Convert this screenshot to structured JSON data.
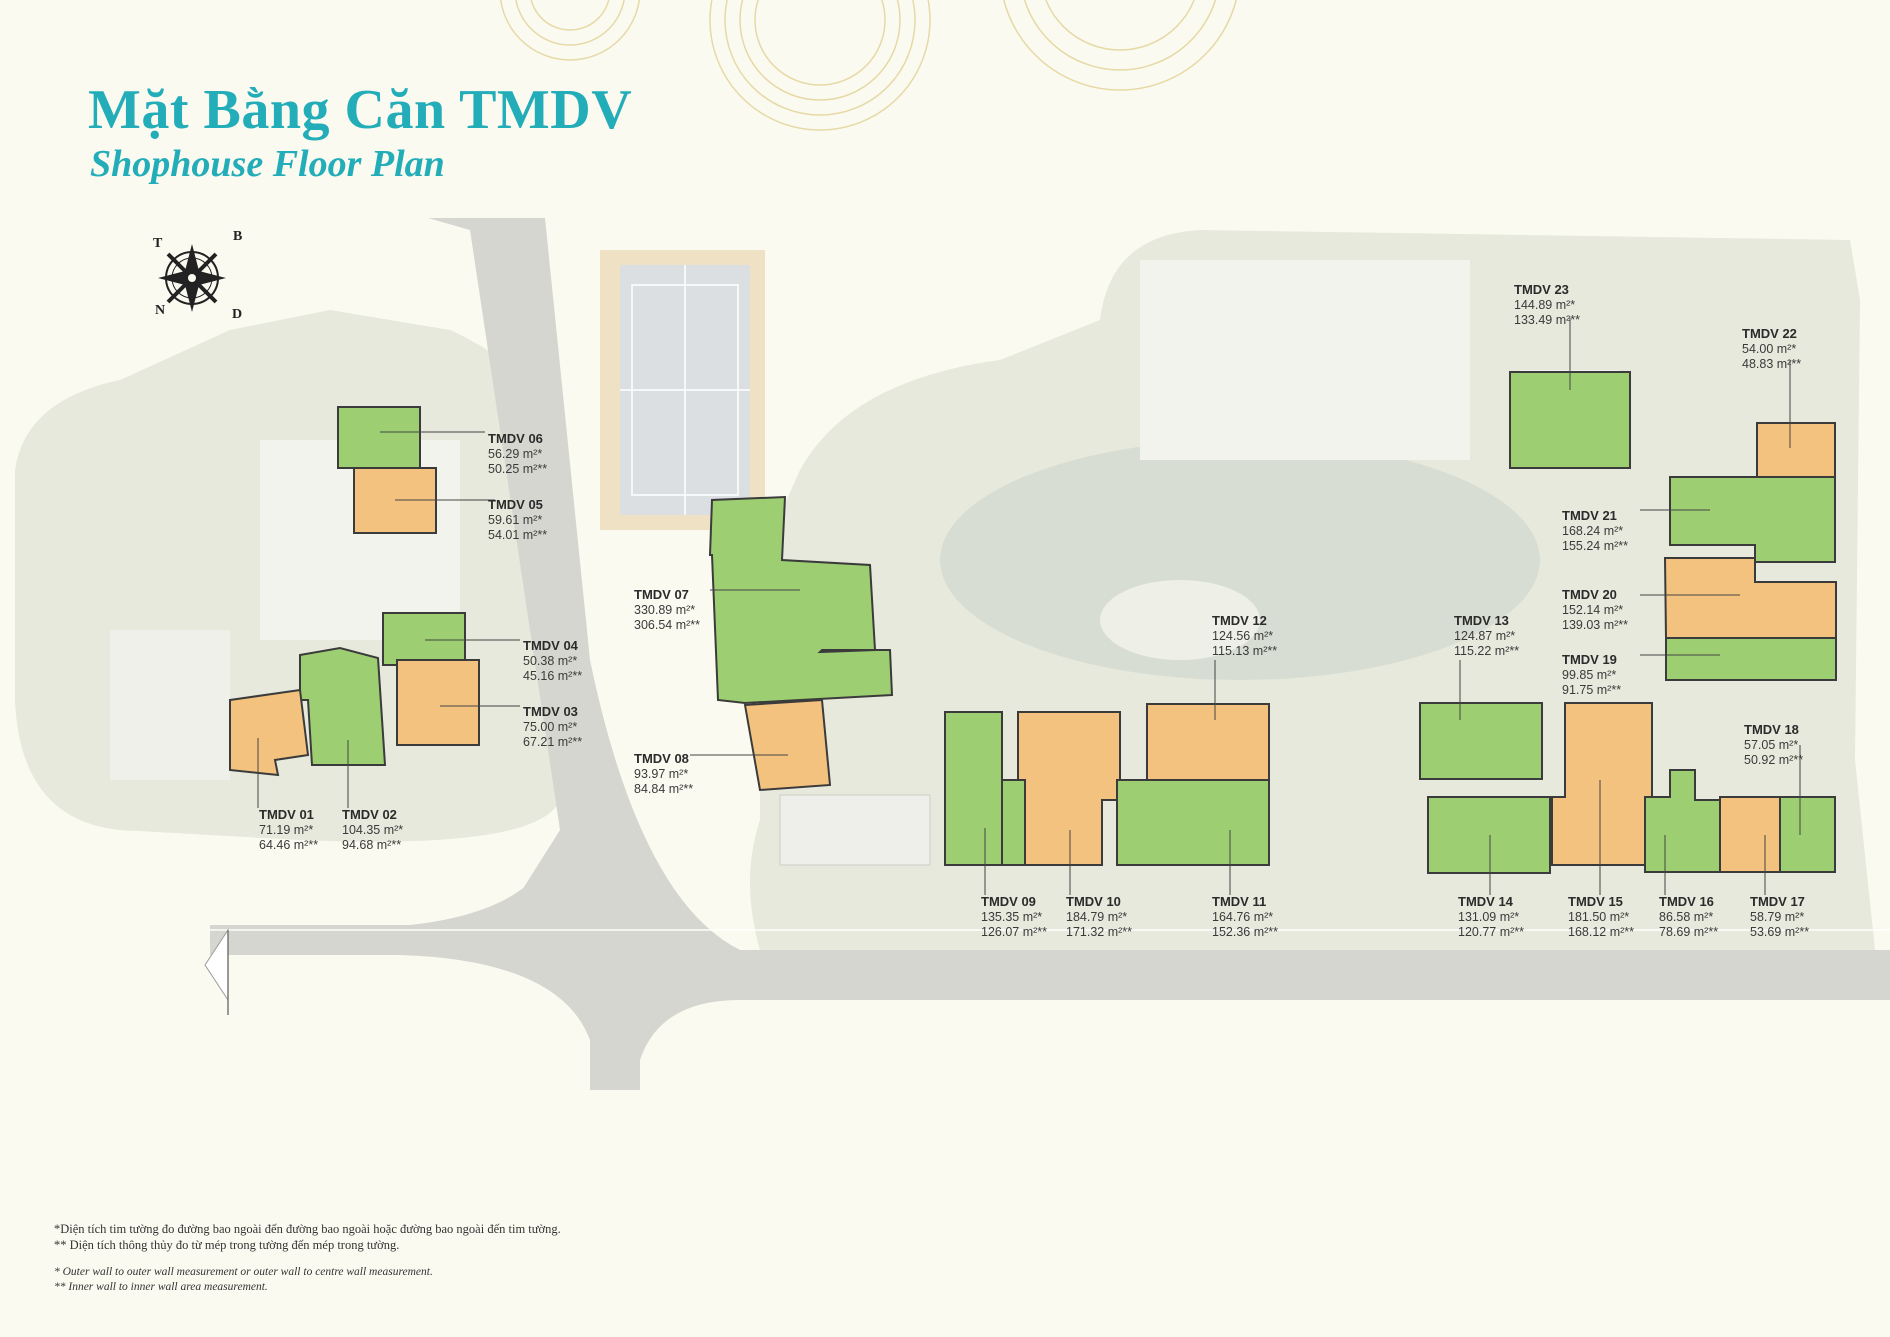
{
  "title": {
    "vi": "Mặt Bằng Căn TMDV",
    "en": "Shophouse Floor Plan"
  },
  "compass": {
    "top": "B",
    "left": "T",
    "right": "D",
    "bottom": "N"
  },
  "colors": {
    "accent": "#22adb8",
    "green_unit": "#9dcf72",
    "orange_unit": "#f4c27f",
    "road": "#d6d6d0",
    "landscape": "#e7eadb"
  },
  "units": [
    {
      "id": "TMDV 01",
      "a1": "71.19 m²*",
      "a2": "64.46 m²**",
      "color": "orange"
    },
    {
      "id": "TMDV 02",
      "a1": "104.35 m²*",
      "a2": "94.68 m²**",
      "color": "green"
    },
    {
      "id": "TMDV 03",
      "a1": "75.00 m²*",
      "a2": "67.21 m²**",
      "color": "orange"
    },
    {
      "id": "TMDV 04",
      "a1": "50.38 m²*",
      "a2": "45.16 m²**",
      "color": "green"
    },
    {
      "id": "TMDV 05",
      "a1": "59.61 m²*",
      "a2": "54.01 m²**",
      "color": "orange"
    },
    {
      "id": "TMDV 06",
      "a1": "56.29 m²*",
      "a2": "50.25 m²**",
      "color": "green"
    },
    {
      "id": "TMDV 07",
      "a1": "330.89 m²*",
      "a2": "306.54 m²**",
      "color": "green"
    },
    {
      "id": "TMDV 08",
      "a1": "93.97 m²*",
      "a2": "84.84 m²**",
      "color": "orange"
    },
    {
      "id": "TMDV 09",
      "a1": "135.35 m²*",
      "a2": "126.07 m²**",
      "color": "green"
    },
    {
      "id": "TMDV 10",
      "a1": "184.79 m²*",
      "a2": "171.32 m²**",
      "color": "orange"
    },
    {
      "id": "TMDV 11",
      "a1": "164.76 m²*",
      "a2": "152.36 m²**",
      "color": "green"
    },
    {
      "id": "TMDV 12",
      "a1": "124.56 m²*",
      "a2": "115.13 m²**",
      "color": "orange"
    },
    {
      "id": "TMDV 13",
      "a1": "124.87 m²*",
      "a2": "115.22 m²**",
      "color": "green"
    },
    {
      "id": "TMDV 14",
      "a1": "131.09 m²*",
      "a2": "120.77 m²**",
      "color": "green"
    },
    {
      "id": "TMDV 15",
      "a1": "181.50 m²*",
      "a2": "168.12 m²**",
      "color": "orange"
    },
    {
      "id": "TMDV 16",
      "a1": "86.58 m²*",
      "a2": "78.69 m²**",
      "color": "green"
    },
    {
      "id": "TMDV 17",
      "a1": "58.79 m²*",
      "a2": "53.69 m²**",
      "color": "green"
    },
    {
      "id": "TMDV 18",
      "a1": "57.05 m²*",
      "a2": "50.92 m²**",
      "color": "orange"
    },
    {
      "id": "TMDV 19",
      "a1": "99.85 m²*",
      "a2": "91.75 m²**",
      "color": "green"
    },
    {
      "id": "TMDV 20",
      "a1": "152.14 m²*",
      "a2": "139.03 m²**",
      "color": "orange"
    },
    {
      "id": "TMDV 21",
      "a1": "168.24 m²*",
      "a2": "155.24 m²**",
      "color": "green"
    },
    {
      "id": "TMDV 22",
      "a1": "54.00 m²*",
      "a2": "48.83 m²**",
      "color": "orange"
    },
    {
      "id": "TMDV 23",
      "a1": "144.89 m²*",
      "a2": "133.49 m²**",
      "color": "green"
    }
  ],
  "notes": {
    "vi": [
      "*Diện tích tim tường đo đường bao ngoài đến đường bao ngoài hoặc đường bao ngoài đến tim tường.",
      "** Diện tích thông thủy đo từ mép trong tường đến mép trong tường."
    ],
    "en": [
      "* Outer wall to outer wall measurement or outer wall to centre wall measurement.",
      "** Inner wall to inner wall area measurement."
    ]
  }
}
